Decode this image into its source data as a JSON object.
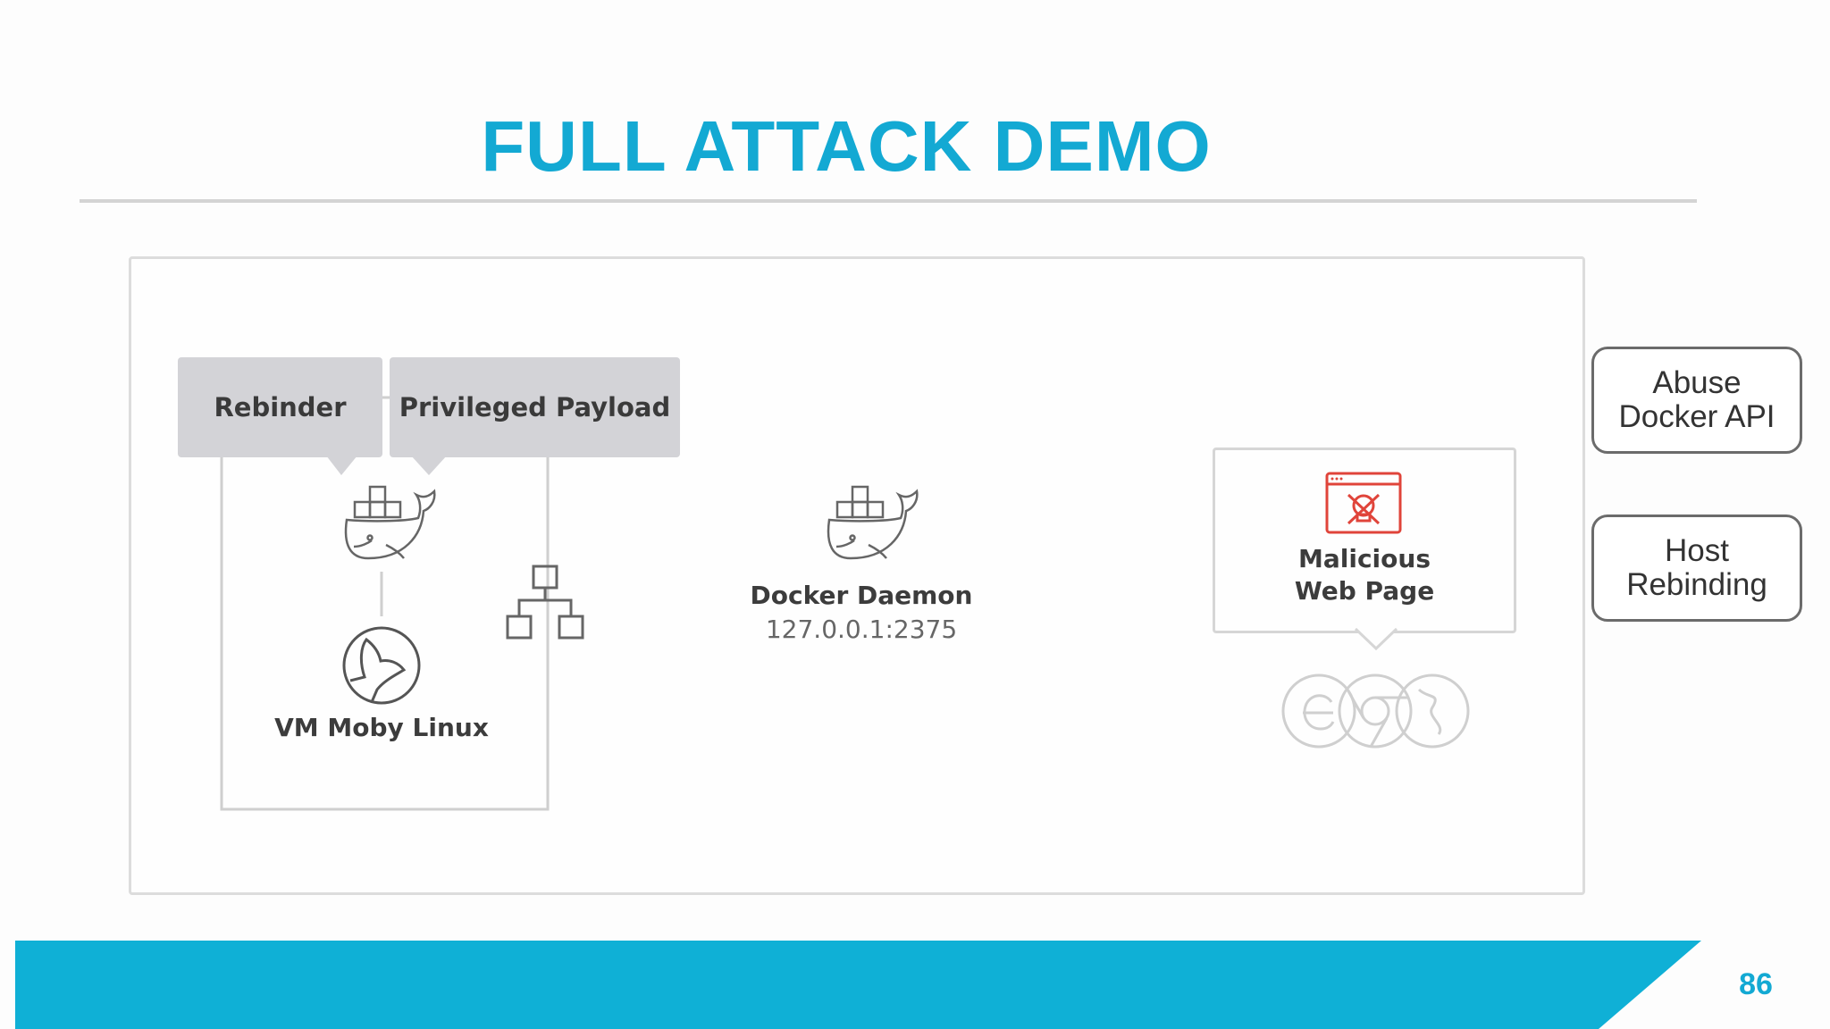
{
  "slide": {
    "title": "FULL ATTACK DEMO",
    "page_number": "86",
    "accent_color": "#13a9d3"
  },
  "diagram": {
    "rebinder_label": "Rebinder",
    "payload_label": "Privileged Payload",
    "vm_label": "VM Moby Linux",
    "daemon_label": "Docker Daemon",
    "daemon_address": "127.0.0.1:2375",
    "malicious_line1": "Malicious",
    "malicious_line2": "Web Page"
  },
  "side_buttons": [
    {
      "line1": "Abuse",
      "line2": "Docker API"
    },
    {
      "line1": "Host",
      "line2": "Rebinding"
    }
  ]
}
